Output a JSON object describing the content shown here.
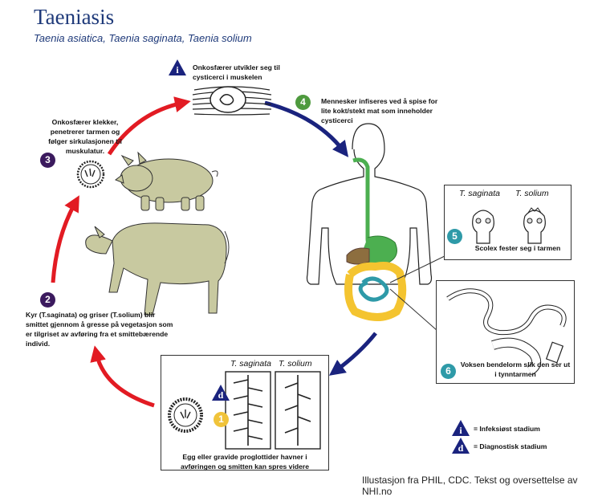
{
  "title": "Taeniasis",
  "subtitle": "Taenia asiatica, Taenia saginata, Taenia solium",
  "colors": {
    "infection_arc": "#1a237e",
    "diagnostic_arc": "#e21b23",
    "title": "#1f3a7a",
    "animal": "#c8c9a0",
    "badge_purple": "#3b1a5e",
    "badge_green": "#4e9a3e",
    "badge_teal": "#2e9aa8",
    "badge_yellow": "#f0c33a"
  },
  "stages": {
    "infective": {
      "marker": "i",
      "text": "Onkosfærer utvikler seg til cysticerci i muskelen"
    },
    "s1": {
      "number": "1",
      "text": "Egg eller gravide proglottider havner i avføringen og smitten kan spres videre",
      "species_a": "T. saginata",
      "species_b": "T. solium",
      "marker": "d"
    },
    "s2": {
      "number": "2",
      "text": "Kyr (T.saginata) og griser (T.solium) blir smittet gjennom å gresse på vegetasjon som er tilgriset av avføring fra et smittebærende individ."
    },
    "s3": {
      "number": "3",
      "text": "Onkosfærer klekker, penetrerer tarmen og følger sirkulasjonen til muskulatur."
    },
    "s4": {
      "number": "4",
      "text": "Mennesker infiseres ved å spise for lite kokt/stekt mat som inneholder cysticerci"
    },
    "s5": {
      "number": "5",
      "text": "Scolex fester seg i tarmen",
      "species_a": "T. saginata",
      "species_b": "T. solium"
    },
    "s6": {
      "number": "6",
      "text": "Voksen bendelorm slik den ser ut i tynntarmen"
    }
  },
  "legend": {
    "infective": {
      "marker": "i",
      "text": "= Infeksiøst stadium"
    },
    "diagnostic": {
      "marker": "d",
      "text": "= Diagnostisk stadium"
    }
  },
  "credit": "Illustasjon fra PHIL, CDC. Tekst og oversettelse av NHI.no",
  "icons": [
    "pig-icon",
    "cow-icon",
    "human-body-icon",
    "muscle-cyst-icon",
    "oncosphere-icon",
    "egg-icon",
    "proglottid-icon",
    "scolex-icon",
    "adult-tapeworm-icon"
  ]
}
